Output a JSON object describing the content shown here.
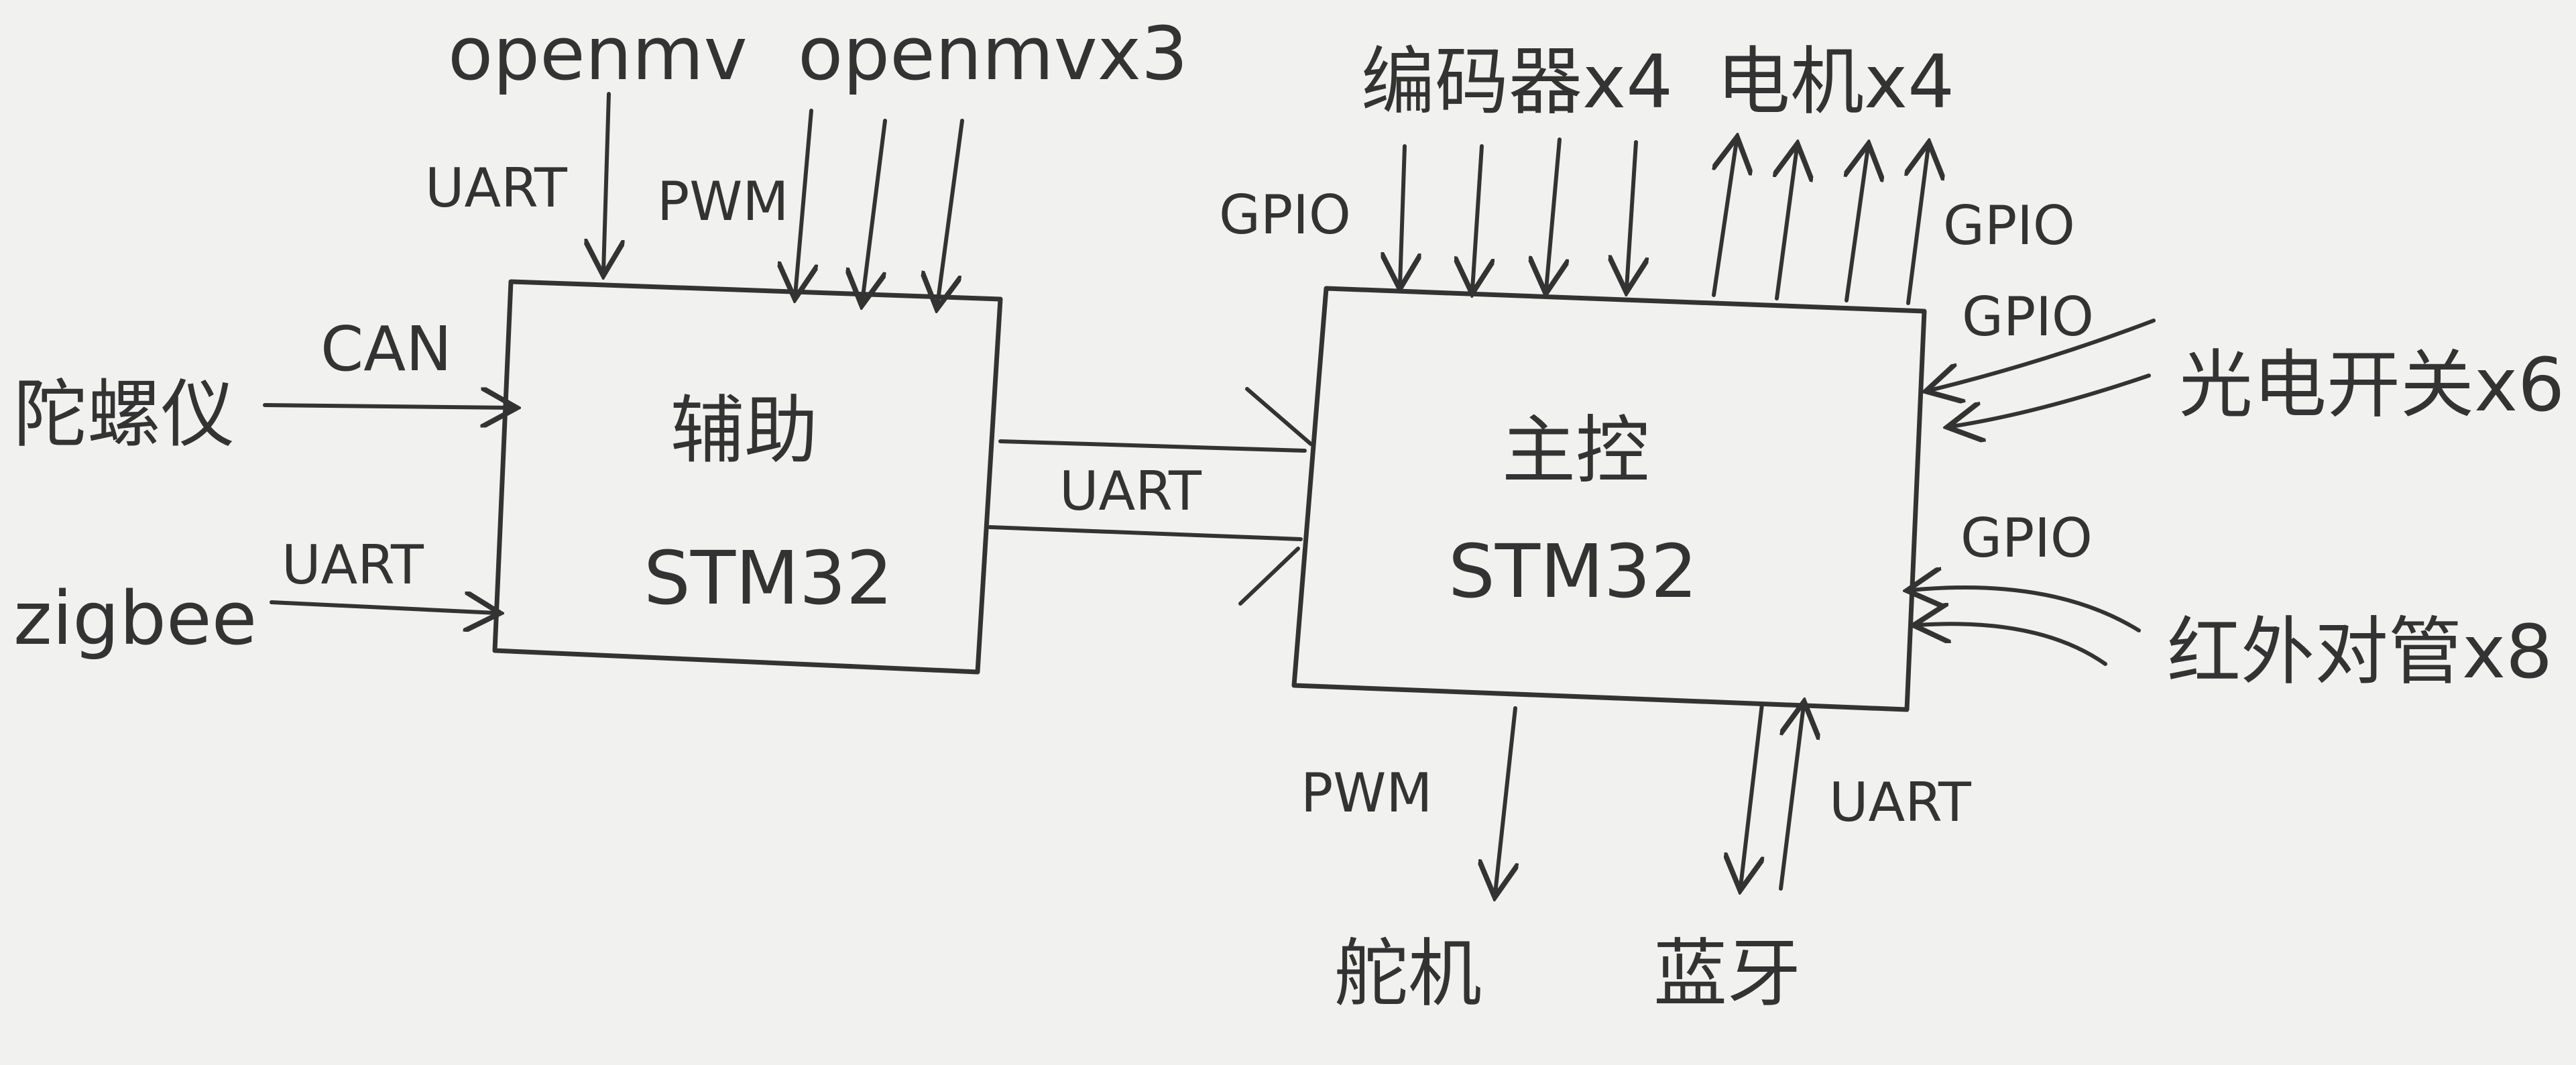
{
  "aux_block": {
    "title": "辅助",
    "chip": "STM32"
  },
  "main_block": {
    "title": "主控",
    "chip": "STM32"
  },
  "labels": {
    "openmv": "openmv",
    "openmvx3": "openmvx3",
    "uart_aux_top": "UART",
    "pwm_aux_top": "PWM",
    "gyro": "陀螺仪",
    "can": "CAN",
    "zigbee": "zigbee",
    "uart_zigbee": "UART",
    "uart_link": "UART",
    "encoder": "编码器x4",
    "motor": "电机x4",
    "gpio_encoder": "GPIO",
    "gpio_motor": "GPIO",
    "photo_switch": "光电开关x6",
    "gpio_photo": "GPIO",
    "ir": "红外对管x8",
    "gpio_ir": "GPIO",
    "pwm_servo": "PWM",
    "servo": "舵机",
    "uart_bt": "UART",
    "bluetooth": "蓝牙"
  }
}
